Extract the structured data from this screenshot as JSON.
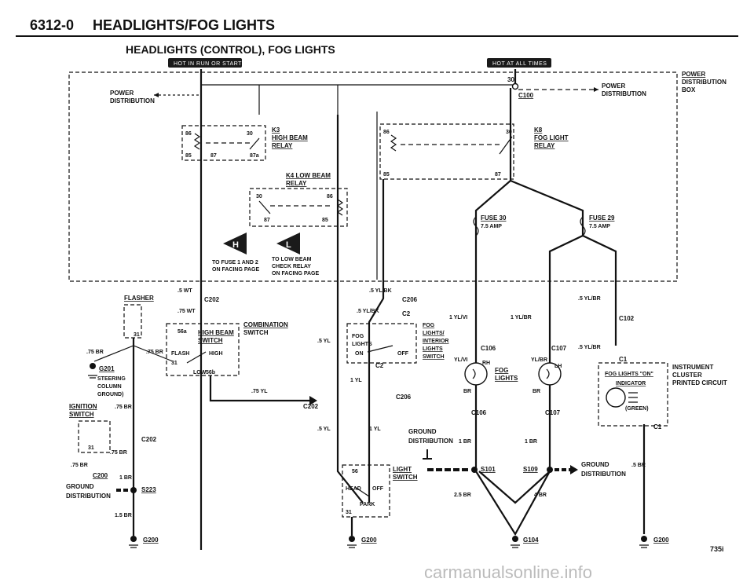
{
  "header": {
    "section": "6312-0",
    "title": "HEADLIGHTS/FOG LIGHTS",
    "subtitle": "HEADLIGHTS (CONTROL), FOG LIGHTS"
  },
  "badges": {
    "left": "HOT IN RUN OR START",
    "right": "HOT AT ALL TIMES"
  },
  "power_distribution": {
    "left": [
      "POWER",
      "DISTRIBUTION"
    ],
    "right": [
      "POWER",
      "DISTRIBUTION"
    ],
    "box": [
      "POWER",
      "DISTRIBUTION",
      "BOX"
    ]
  },
  "relays": {
    "k3": [
      "K3",
      "HIGH BEAM",
      "RELAY"
    ],
    "k4": [
      "K4 LOW BEAM",
      "RELAY"
    ],
    "k8": [
      "K8",
      "FOG LIGHT",
      "RELAY"
    ]
  },
  "terminals": {
    "t86": "86",
    "t30": "30",
    "t85": "85",
    "t87": "87",
    "t87a": "87a",
    "t56a": "56a",
    "t56b": "56b",
    "t56": "56",
    "t31": "31",
    "t30b": "30"
  },
  "refs": {
    "h": "H",
    "l": "L",
    "h_note": [
      "TO FUSE 1 AND 2",
      "ON FACING PAGE"
    ],
    "l_note": [
      "TO LOW BEAM",
      "CHECK RELAY",
      "ON FACING PAGE"
    ]
  },
  "fuses": {
    "fuse30": [
      "FUSE 30",
      "7.5 AMP"
    ],
    "fuse29": [
      "FUSE 29",
      "7.5 AMP"
    ]
  },
  "connectors": {
    "c100": "C100",
    "c202": "C202",
    "c206": "C206",
    "c2": "C2",
    "c102": "C102",
    "c106": "C106",
    "c107": "C107",
    "c1": "C1",
    "g201": "G201",
    "s223": "S223",
    "c200": "C200",
    "s101": "S101",
    "s109": "S109",
    "g200a": "G200",
    "g200b": "G200",
    "g104": "G104",
    "g200c": "G200"
  },
  "wires": {
    "w_5wt": ".5 WT",
    "w_75wt": ".75 WT",
    "w_5ylbk": ".5 YL/BK",
    "w_5ylbk2": ".5 YL/BK",
    "w_1ylvi": "1 YL/VI",
    "w_1ylbr": "1 YL/BR",
    "w_5ylbr": ".5 YL/BR",
    "w_5ylbr2": ".5 YL/BR",
    "w_75br": ".75 BR",
    "w_75br2": ".75 BR",
    "w_5yl": ".5 YL",
    "w_75yl": ".75 YL",
    "w_1yl": "1 YL",
    "w_ylvi": "YL/VI",
    "w_ylbr": "YL/BR",
    "w_br": "BR",
    "w_br2": "BR",
    "w_1br": "1 BR",
    "w_1br2": "1 BR",
    "w_1br3": "1 BR",
    "w_75br3": ".75 BR",
    "w_75br4": ".75 BR",
    "w_75br5": ".75 BR",
    "w_15br": "1.5 BR",
    "w_25br": "2.5 BR",
    "w_4br": "4 BR",
    "w_5br": ".5 BR",
    "w_5yl2": ".5 YL",
    "w_1yl2": "1 YL"
  },
  "components": {
    "flasher": "FLASHER",
    "steering": [
      "STEERING",
      "COLUMN",
      "GROUND)"
    ],
    "ignition": [
      "IGNITION",
      "SWITCH"
    ],
    "combination": [
      "COMBINATION",
      "SWITCH"
    ],
    "high_beam_switch": [
      "HIGH BEAM",
      "SWITCH"
    ],
    "flash": "FLASH",
    "high": "HIGH",
    "low": "LOW",
    "fog_switch": [
      "FOG",
      "LIGHTS"
    ],
    "fog_switch_on": "ON",
    "fog_switch_off": "OFF",
    "fog_interior": [
      "FOG",
      "LIGHTS/",
      "INTERIOR",
      "LIGHTS",
      "SWITCH"
    ],
    "fog_lights": [
      "FOG",
      "LIGHTS"
    ],
    "rh": "RH",
    "lh": "LH",
    "instrument": [
      "INSTRUMENT",
      "CLUSTER",
      "PRINTED CIRCUIT"
    ],
    "indicator": [
      "FOG LIGHTS \"ON\"",
      "INDICATOR",
      "(GREEN)"
    ],
    "ground_dist": [
      "GROUND",
      "DISTRIBUTION"
    ],
    "ground_dist2": [
      "GROUND",
      "DISTRIBUTION"
    ],
    "ground_dist3": [
      "GROUND",
      "DISTRIBUTION"
    ],
    "light_switch": [
      "LIGHT",
      "SWITCH"
    ],
    "head": "HEAD",
    "off": "OFF",
    "park": "PARK"
  },
  "page_number": "735i",
  "watermark": "carmanualsonline.info"
}
